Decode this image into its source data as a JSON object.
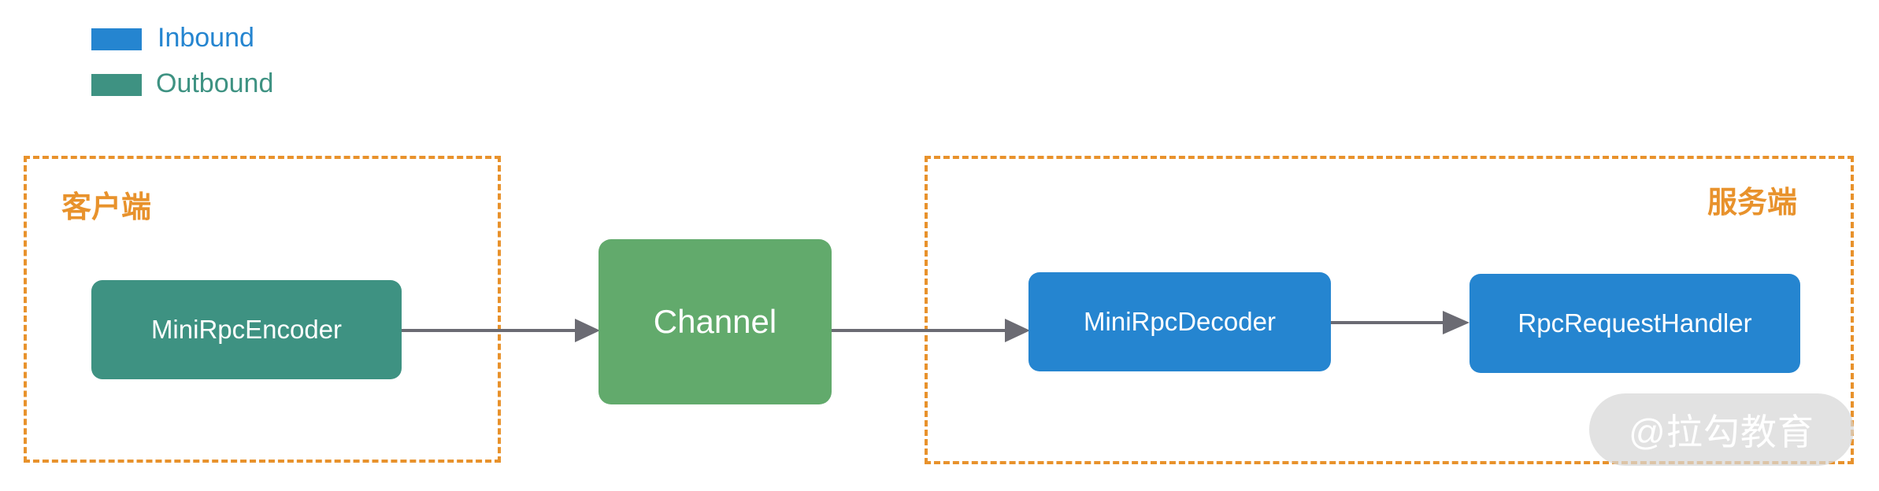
{
  "legend": {
    "inbound": {
      "label": "Inbound",
      "color": "#2585D0"
    },
    "outbound": {
      "label": "Outbound",
      "color": "#3E9282"
    }
  },
  "regions": {
    "client": {
      "title": "客户端"
    },
    "server": {
      "title": "服务端"
    }
  },
  "nodes": {
    "encoder": {
      "label": "MiniRpcEncoder",
      "kind": "outbound"
    },
    "channel": {
      "label": "Channel",
      "kind": "channel"
    },
    "decoder": {
      "label": "MiniRpcDecoder",
      "kind": "inbound"
    },
    "handler": {
      "label": "RpcRequestHandler",
      "kind": "inbound"
    }
  },
  "edges": [
    {
      "from": "encoder",
      "to": "channel"
    },
    {
      "from": "channel",
      "to": "decoder"
    },
    {
      "from": "decoder",
      "to": "handler"
    }
  ],
  "colors": {
    "region_border": "#E8922C",
    "arrow": "#6B6B73",
    "channel": "#62AA6C"
  },
  "watermark": {
    "text": "@拉勾教育"
  }
}
